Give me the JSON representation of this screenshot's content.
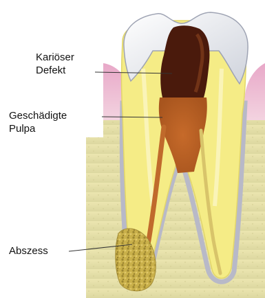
{
  "labels": {
    "karioser_defekt": [
      "Kariöser",
      "Defekt"
    ],
    "geschaedigte_pulpa": [
      "Geschädigte",
      "Pulpa"
    ],
    "abszess": "Abszess"
  }
}
